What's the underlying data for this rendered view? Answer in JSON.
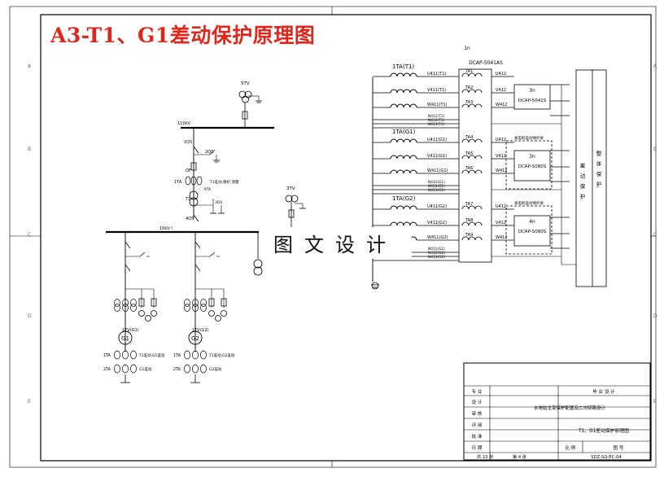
{
  "title": "A3-T1、G1差动保护原理图",
  "watermark": "图文设计",
  "colors": {
    "title": "#e0261c",
    "line": "#000000"
  },
  "border_letters": [
    "A",
    "B",
    "C",
    "D",
    "E"
  ],
  "left": {
    "tv5": "5TV",
    "bus110": "110kV",
    "qs1": "1QS",
    "qs2": "2QS",
    "qf": "QF",
    "ta1": "1TA",
    "t1": "T1",
    "t1_note": "T1差动,保护,测量",
    "ta9": "9TA",
    "qs3": "3QS",
    "qs4": "4QS",
    "tv3": "3TV",
    "bus10": "10kV I",
    "g1": "G1",
    "g2": "G2",
    "tv_g1": "1TV(G1)",
    "tv_g2": "1TV(G2)",
    "ta1_g1": "1TA",
    "ta2_g1": "2TA",
    "g1_note1": "T1差动,G1差动",
    "g1_note2": "G1差动",
    "ta1_g2": "1TA",
    "ta2_g2": "2TA",
    "g2_note1": "T1差动,G2差动",
    "g2_note2": "G2差动"
  },
  "right": {
    "in_label": "1n",
    "device": "DCAP-5041AS",
    "group1_label": "1TA(T1)",
    "group2_label": "1TA(G1)",
    "group3_label": "1TA(G2)",
    "ct_labels": [
      "TA1",
      "TA2",
      "TA3",
      "TA4",
      "TA5",
      "TA6",
      "TA7",
      "TA8",
      "TA9"
    ],
    "wire_labels": [
      "U411(T1)",
      "V411(T1)",
      "W411(T1)",
      "U411(G1)",
      "V411(G1)",
      "W411(G1)",
      "U411(G2)",
      "V411(G2)",
      "W411(G2)"
    ],
    "out_labels": [
      "U412",
      "V412",
      "W412",
      "U412",
      "V412",
      "W412",
      "U412",
      "V412",
      "W412"
    ],
    "n_labels": [
      "N411(T1)",
      "N412(T1)",
      "N413(T1)",
      "N411(G1)",
      "N412(G1)",
      "N413(G1)",
      "N411(G2)",
      "N412(G2)",
      "N413(G2)"
    ],
    "box1_id": "3n",
    "box1_device": "DCAP-5041S",
    "box2_note": "发电机差动保护屏",
    "box2_id": "3n",
    "box2_device": "DCAP-5080S",
    "box3_note": "发电机差动保护屏",
    "box3_id": "4n",
    "box3_device": "DCAP-5080S",
    "panel1_text": "差 动 保 护",
    "panel2_text": "整 体 保 护"
  },
  "title_block": {
    "major_label": "专 业",
    "design_title": "毕 业 设 计",
    "designer_label": "设 计",
    "checker_label": "审 核",
    "project_name": "水电站主变保护配置及二次回路设计",
    "reviewer_label": "评 阅",
    "approver_label": "批 准",
    "drawing_name": "T1、G1差动保护原理图",
    "date_label": "日 期",
    "scale_label": "比 例",
    "drawing_no_label": "图 号",
    "sheets_total_label": "共 23 张",
    "sheet_no_label": "第 4 张",
    "drawing_code": "SDZ-SQ-EC-04"
  }
}
